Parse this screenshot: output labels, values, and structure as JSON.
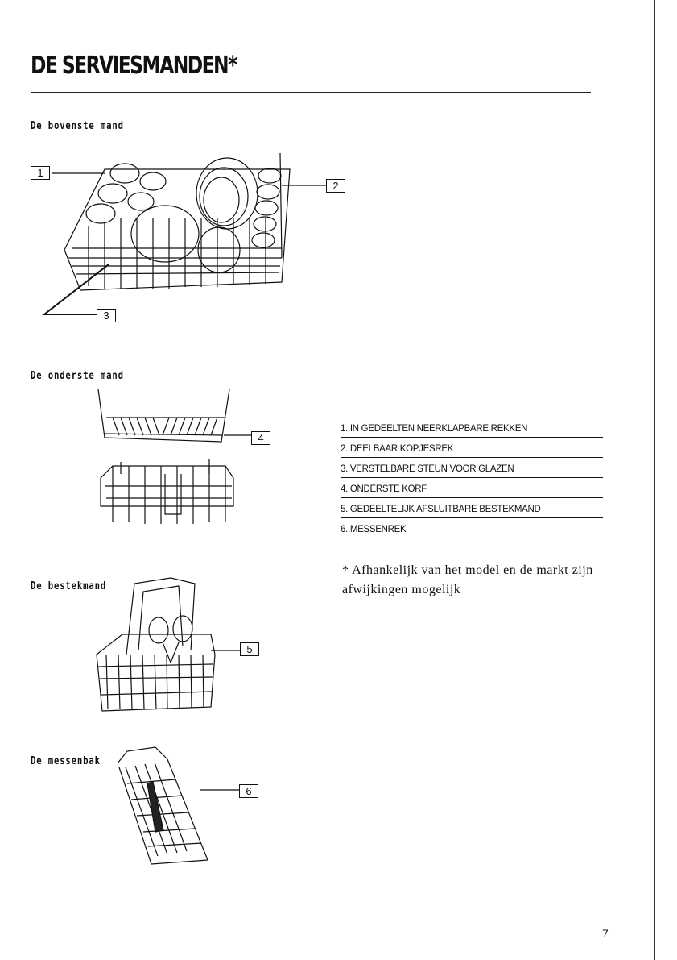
{
  "page": {
    "title": "DE SERVIESMANDEN*",
    "page_number": "7"
  },
  "sections": {
    "upper": "De bovenste mand",
    "lower": "De onderste mand",
    "cutlery": "De bestekmand",
    "knives": "De messenbak"
  },
  "callouts": [
    "1",
    "2",
    "3",
    "4",
    "5",
    "6"
  ],
  "legend": [
    "1. IN GEDEELTEN NEERKLAPBARE REKKEN",
    "2. DEELBAAR KOPJESREK",
    "3. VERSTELBARE STEUN VOOR GLAZEN",
    "4. ONDERSTE KORF",
    "5. GEDEELTELIJK AFSLUITBARE BESTEKMAND",
    "6. MESSENREK"
  ],
  "footnote": "* Afhankelijk van het model en de markt zijn afwijkingen mogelijk"
}
